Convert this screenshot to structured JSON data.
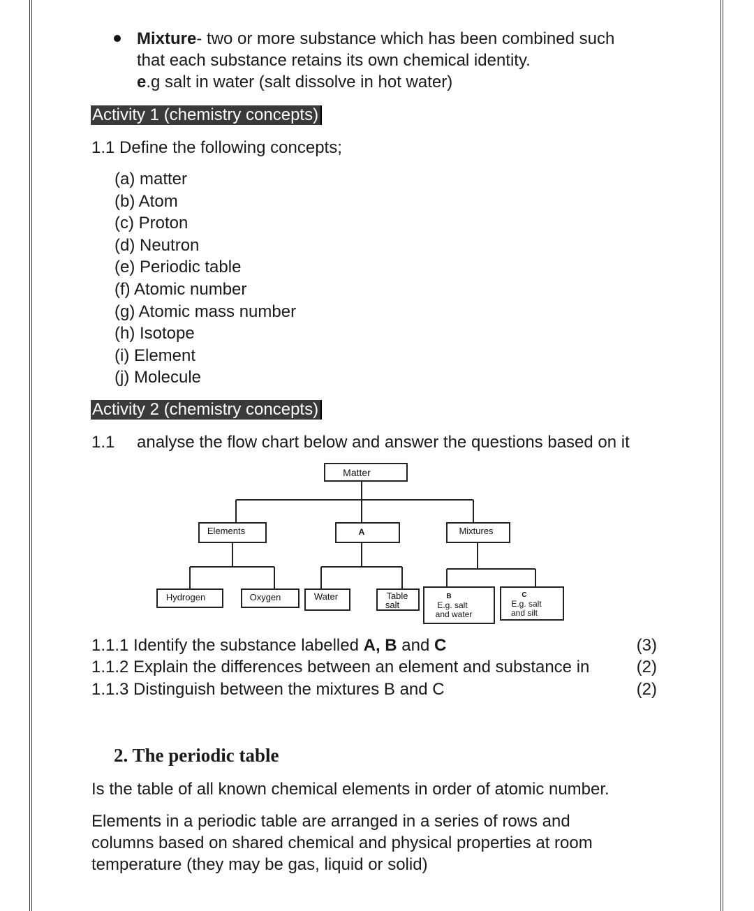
{
  "mixture": {
    "term": "Mixture",
    "definition_rest": "- two or more substance which has been combined such",
    "line2": "that each substance retains its own chemical identity.",
    "example_bold": "e",
    "example_rest": ".g salt in water (salt dissolve in hot water)"
  },
  "activity1": {
    "heading": "Activity 1 (chemistry concepts)",
    "instruction": "1.1 Define the following concepts;",
    "concepts": [
      "(a) matter",
      "(b) Atom",
      "(c) Proton",
      "(d) Neutron",
      "(e) Periodic table",
      "(f) Atomic number",
      "(g) Atomic mass number",
      "(h) Isotope",
      "(i) Element",
      "(j) Molecule"
    ]
  },
  "activity2": {
    "heading": "Activity 2 (chemistry concepts)",
    "instruction_number": "1.1",
    "instruction": "analyse the flow chart below and answer the questions based on it",
    "chart": {
      "root": "Matter",
      "level1": [
        "Elements",
        "A",
        "Mixtures"
      ],
      "level2": [
        "Hydrogen",
        "Oxygen",
        "Water",
        "Table",
        "salt"
      ],
      "b_title": "B",
      "b_line1": "E.g. salt",
      "b_line2": "and water",
      "c_title": "C",
      "c_line1": "E.g. salt",
      "c_line2": "and silt"
    },
    "questions": [
      {
        "pre": "1.1.1 Identify the substance labelled ",
        "bold1": "A, B",
        "mid": " and ",
        "bold2": "C",
        "marks": "(3)"
      },
      {
        "text": "1.1.2 Explain the differences between an element and substance in",
        "marks": "(2)"
      },
      {
        "text": "1.1.3 Distinguish between the mixtures B and C",
        "marks": "(2)"
      }
    ]
  },
  "periodic": {
    "heading": "2. The periodic table",
    "para1": "Is the table of all known chemical elements in order of atomic number.",
    "para2_lines": [
      "Elements in a periodic table are arranged in a series of rows and",
      "columns based on shared chemical and physical properties at room",
      "temperature (they may be gas, liquid or solid)"
    ]
  }
}
